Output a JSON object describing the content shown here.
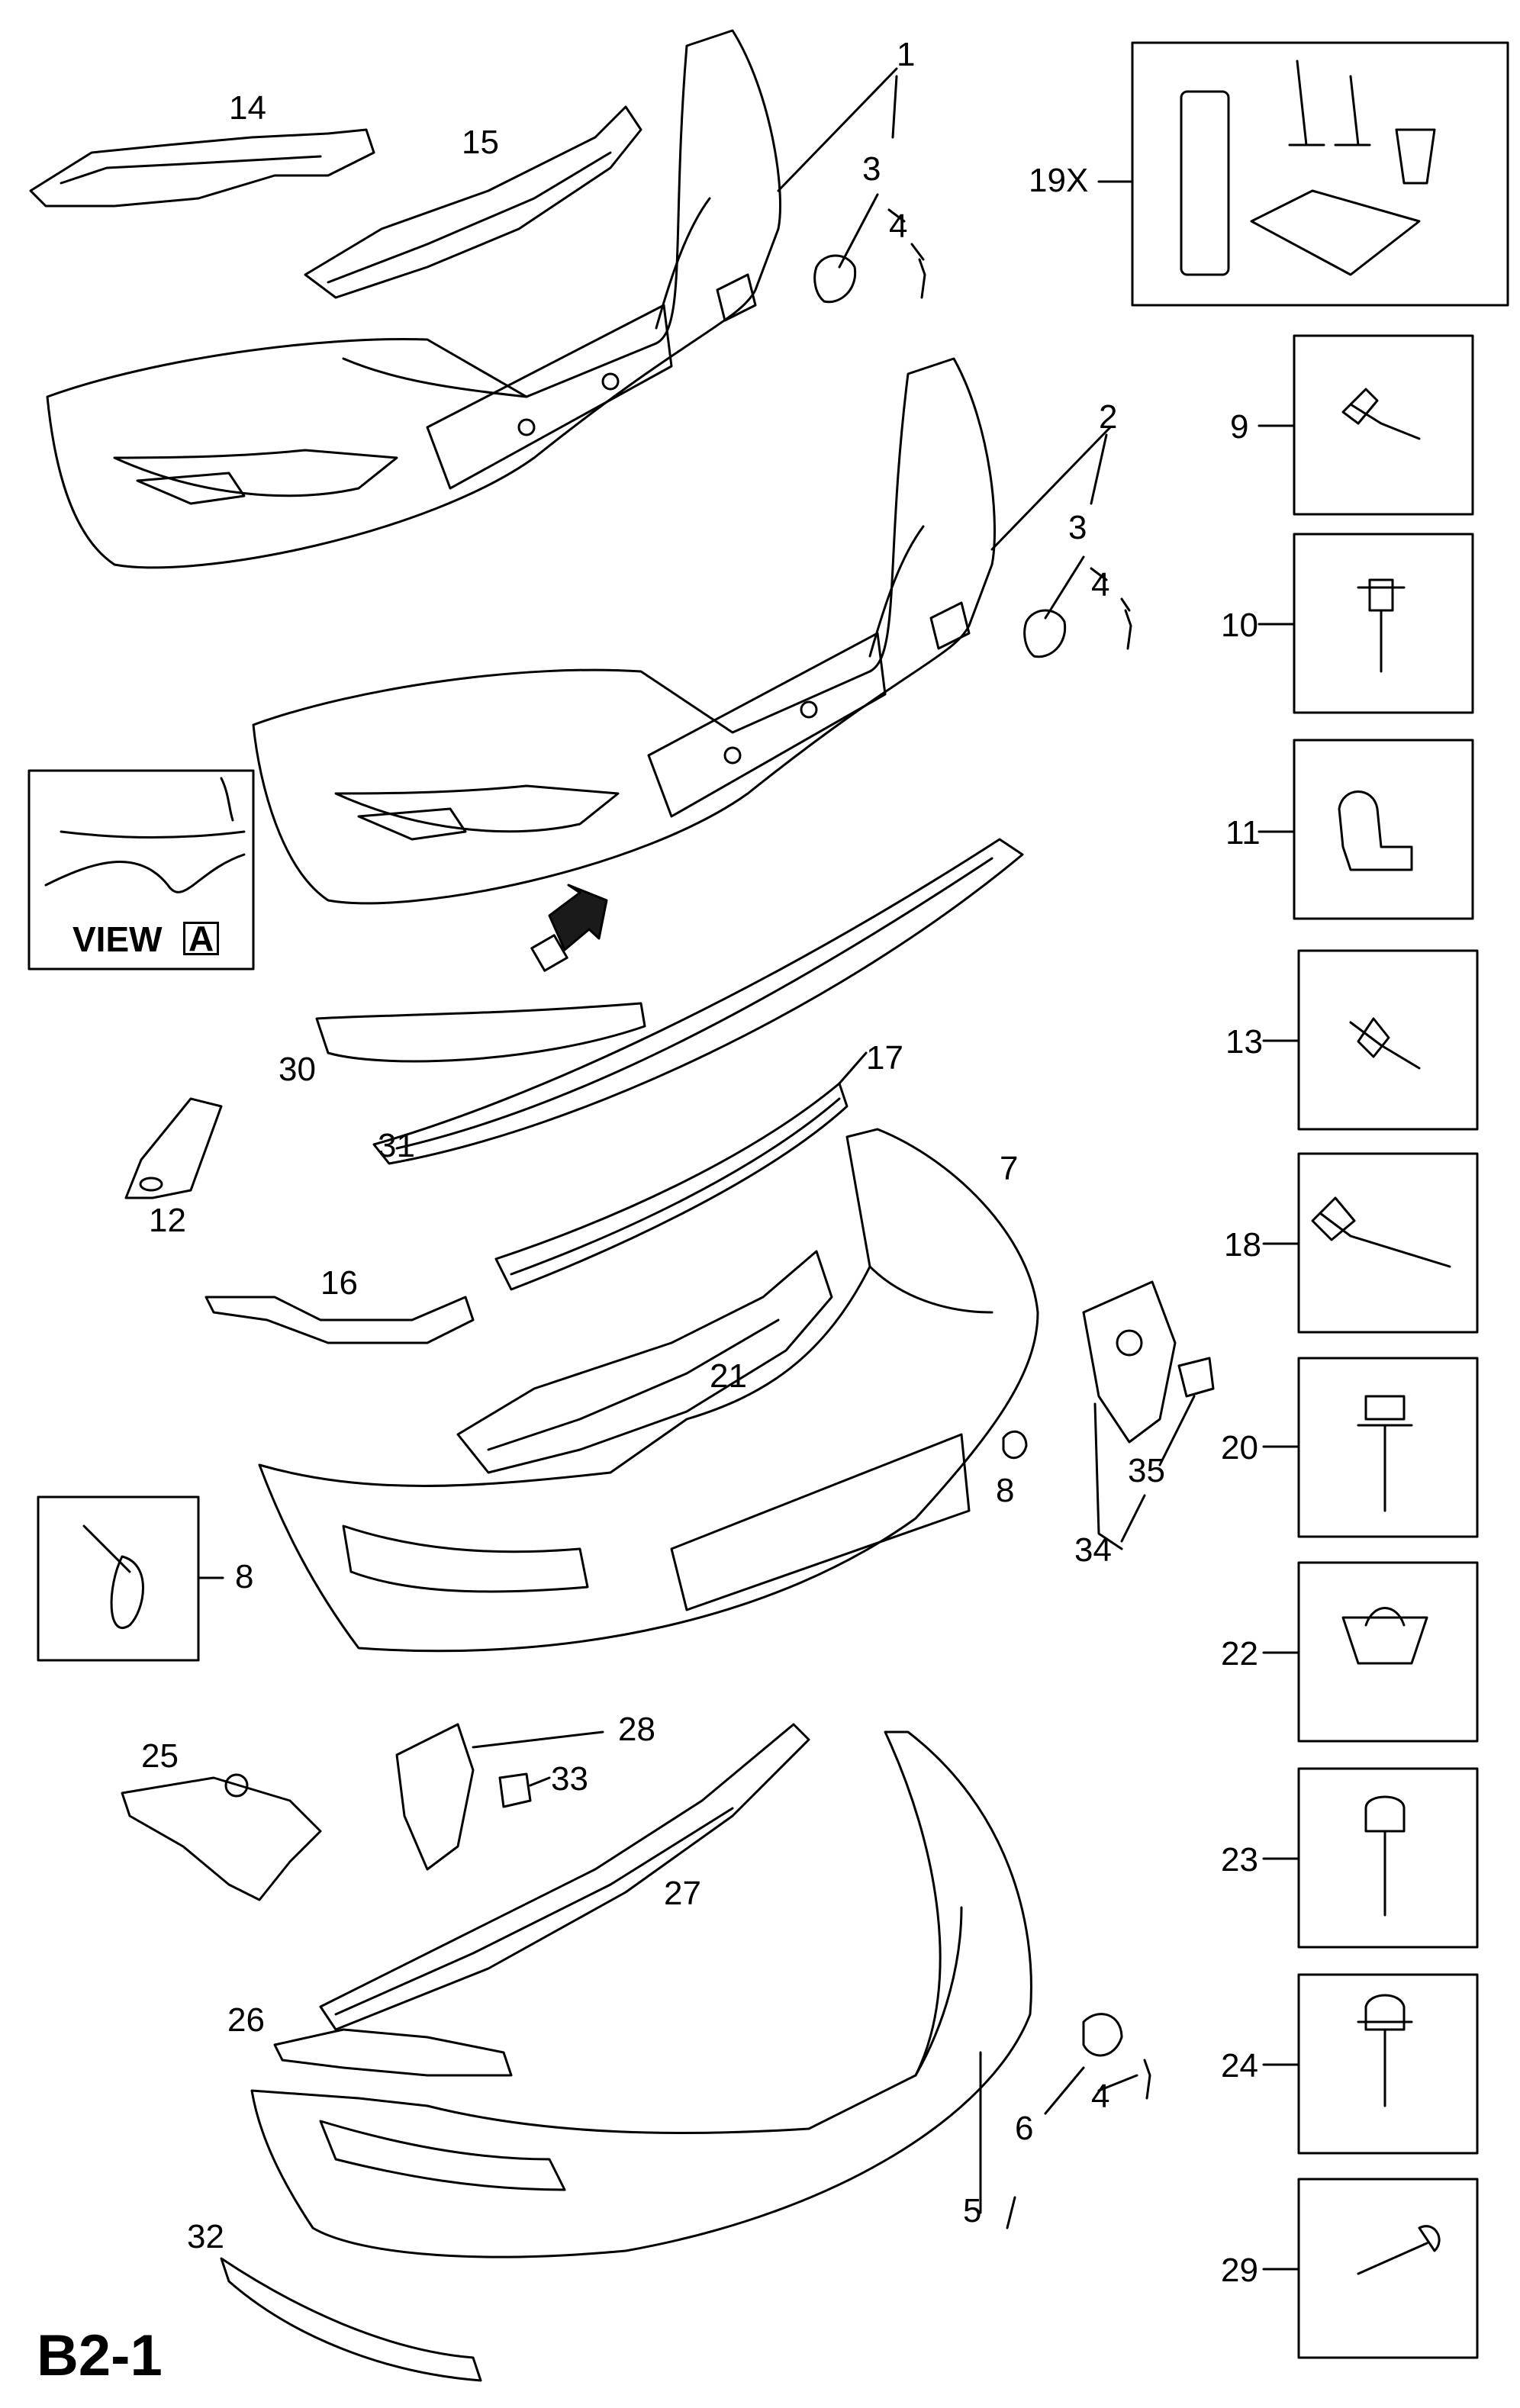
{
  "page_label": "B2-1",
  "view_label": "VIEW",
  "view_marker": "A",
  "labels": {
    "c1": "1",
    "c2": "2",
    "c3a": "3",
    "c3b": "3",
    "c4a": "4",
    "c4b": "4",
    "c4c": "4",
    "c5": "5",
    "c6": "6",
    "c7": "7",
    "c8a": "8",
    "c8b": "8",
    "c12": "12",
    "c14": "14",
    "c15": "15",
    "c16": "16",
    "c17": "17",
    "c19": "19X",
    "c21": "21",
    "c25": "25",
    "c26": "26",
    "c27": "27",
    "c28": "28",
    "c30": "30",
    "c31": "31",
    "c32": "32",
    "c33": "33",
    "c34": "34",
    "c35": "35"
  },
  "fasteners": [
    "9",
    "10",
    "11",
    "13",
    "18",
    "20",
    "22",
    "23",
    "24",
    "29"
  ],
  "colors": {
    "line": "#000000",
    "bumper_fill": "#ffffff",
    "dark": "#1a1a1a"
  }
}
